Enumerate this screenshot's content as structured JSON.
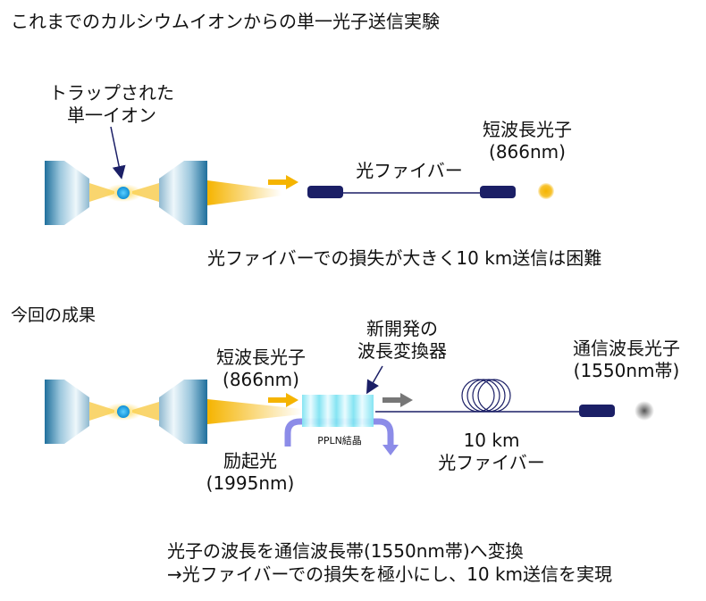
{
  "top": {
    "title": "これまでのカルシウムイオンからの単一光子送信実験",
    "ion_label_line1": "トラップされた",
    "ion_label_line2": "単一イオン",
    "photon_label_line1": "短波長光子",
    "photon_label_line2": "(866nm)",
    "fiber_label": "光ファイバー",
    "conclusion": "光ファイバーでの損失が大きく10 km送信は困難"
  },
  "bottom": {
    "title": "今回の成果",
    "converter_label_line1": "新開発の",
    "converter_label_line2": "波長変換器",
    "photon_label_line1": "短波長光子",
    "photon_label_line2": "(866nm)",
    "telecom_label_line1": "通信波長光子",
    "telecom_label_line2": "(1550nm帯)",
    "crystal_label": "PPLN結晶",
    "pump_label_line1": "励起光",
    "pump_label_line2": "(1995nm)",
    "fiber_label_line1": "10 km",
    "fiber_label_line2": "光ファイバー",
    "conclusion_line1": "光子の波長を通信波長帯(1550nm帯)へ変換",
    "conclusion_line2": "→光ファイバーでの損失を極小にし、10 km送信を実現"
  },
  "colors": {
    "photon_yellow": "#f5b400",
    "ion_blue": "#1aa3e8",
    "fiber_navy": "#1b1f66",
    "pump_purple": "#8c8ce8",
    "gray_arrow": "#777777",
    "telecom_photon": "#707070"
  }
}
